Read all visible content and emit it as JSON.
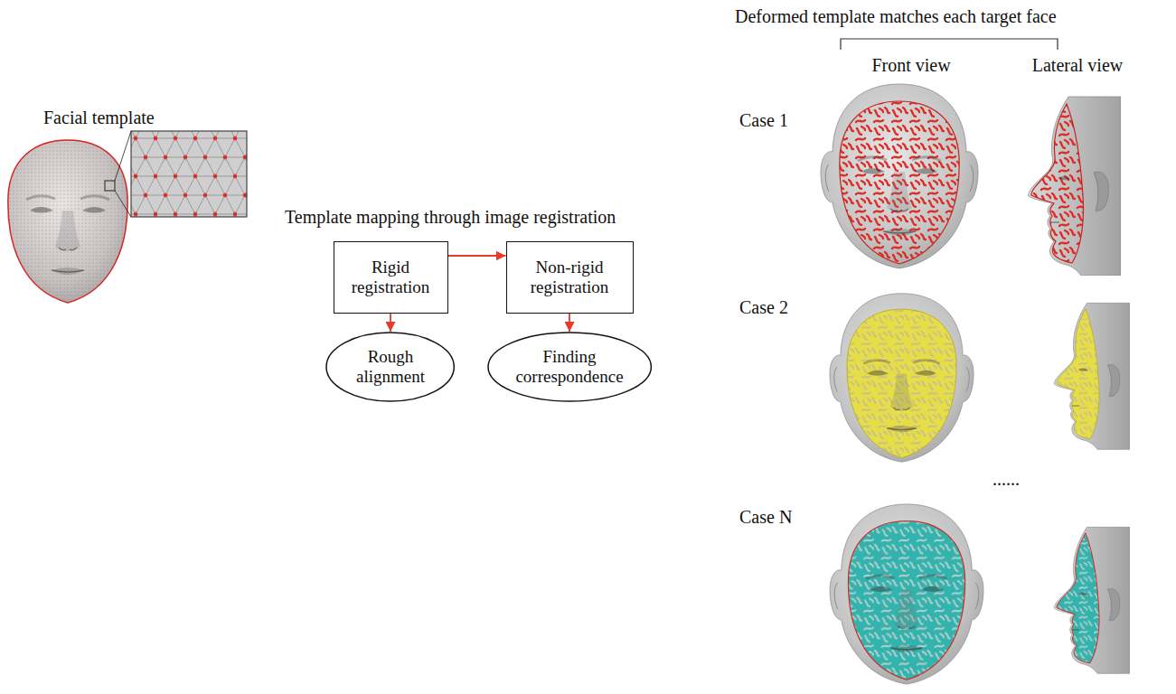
{
  "diagram": {
    "nodes": [
      {
        "text": [
          "Rigid registration"
        ]
      },
      {
        "text": [
          "Non-rigid registration"
        ]
      },
      {
        "text": [
          "Rough alignment"
        ]
      },
      {
        "text": [
          "Finding correspondence"
        ]
      }
    ],
    "edges": [
      {
        "from": 0,
        "to": 1,
        "arrow": "to"
      },
      {
        "from": 0,
        "to": 2,
        "arrow": "to"
      },
      {
        "from": 1,
        "to": 3,
        "arrow": "to"
      }
    ],
    "labels": [
      "Facial template",
      "Template mapping through image registration",
      "Deformed template matches each target face",
      "Front view",
      "Lateral view",
      "Case 1",
      "Case 2",
      "......",
      "Case N"
    ]
  }
}
